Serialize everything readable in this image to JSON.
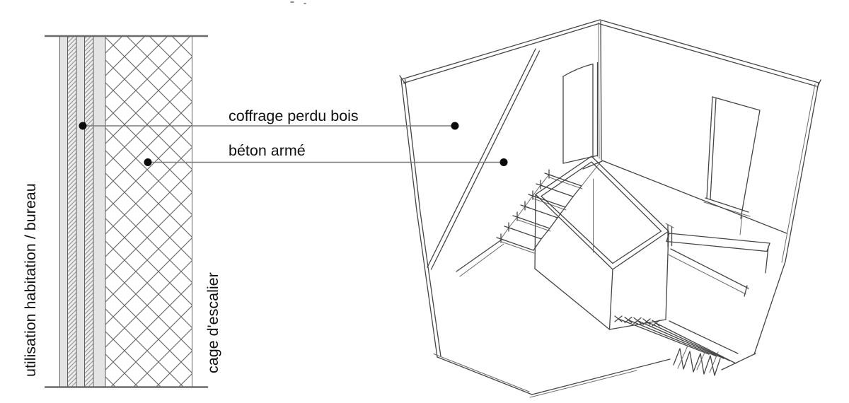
{
  "figure": {
    "kind": "architectural wall detail with perspective sketch",
    "background": "#ffffff"
  },
  "labels": {
    "coffrage": "coffrage perdu bois",
    "beton": "béton armé",
    "usage": "utilisation habitation / bureau",
    "cage": "cage d'escalier"
  },
  "section": {
    "layers": [
      {
        "name": "finish-strip-outer",
        "pattern": "solid-gray"
      },
      {
        "name": "wood-formwork-outer",
        "pattern": "diagonal-hatch"
      },
      {
        "name": "mid-strip",
        "pattern": "solid-gray"
      },
      {
        "name": "wood-formwork-inner",
        "pattern": "diagonal-hatch"
      },
      {
        "name": "finish-strip-inner",
        "pattern": "solid-gray"
      },
      {
        "name": "reinforced-concrete-core",
        "pattern": "cross-hatch"
      }
    ]
  },
  "colors": {
    "text": "#111111",
    "leader_line": "#7a7a7a",
    "annotation_dot": "#0a0a0a",
    "section_line": "#5f5f5f",
    "layer_gray": "#e4e4e4",
    "hatch_line": "#8f8f8f",
    "crosshatch_line": "#707070",
    "sketch_line": "#454545"
  }
}
